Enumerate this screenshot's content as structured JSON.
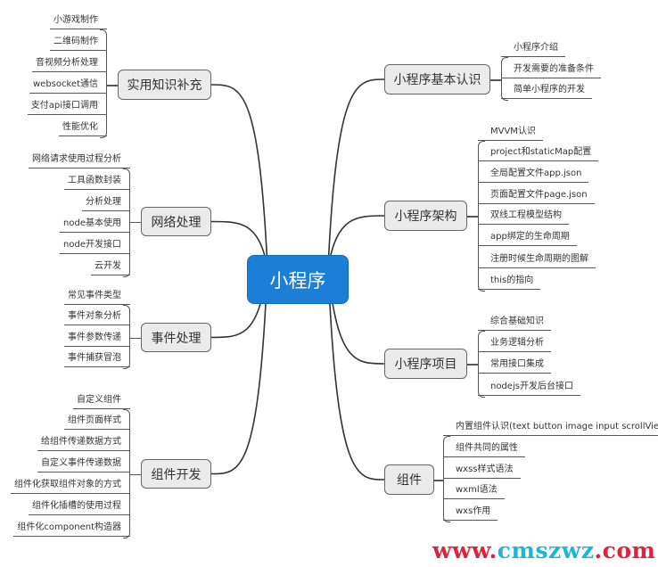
{
  "center": {
    "label": "小程序",
    "color": "#1b7fd8"
  },
  "branches": [
    {
      "id": "practical",
      "label": "实用知识补充",
      "side": "left",
      "items": [
        "小游戏制作",
        "二维码制作",
        "音视频分析处理",
        "websocket通信",
        "支付api接口调用",
        "性能优化"
      ]
    },
    {
      "id": "network",
      "label": "网络处理",
      "side": "left",
      "items": [
        "网络请求使用过程分析",
        "工具函数封装",
        "分析处理",
        "node基本使用",
        "node开发接口",
        "云开发"
      ]
    },
    {
      "id": "events",
      "label": "事件处理",
      "side": "left",
      "items": [
        "常见事件类型",
        "事件对象分析",
        "事件参数传递",
        "事件捕获冒泡"
      ]
    },
    {
      "id": "component-dev",
      "label": "组件开发",
      "side": "left",
      "items": [
        "自定义组件",
        "组件页面样式",
        "给组件传递数据方式",
        "自定义事件传递数据",
        "组件化获取组件对象的方式",
        "组件化插槽的使用过程",
        "组件化component构造器"
      ]
    },
    {
      "id": "basics",
      "label": "小程序基本认识",
      "side": "right",
      "items": [
        "小程序介绍",
        "开发需要的准备条件",
        "简单小程序的开发"
      ]
    },
    {
      "id": "architecture",
      "label": "小程序架构",
      "side": "right",
      "items": [
        "MVVM认识",
        "project和staticMap配置",
        "全局配置文件app.json",
        "页面配置文件page.json",
        "双线工程模型结构",
        "app绑定的生命周期",
        "注册时候生命周期的图解",
        "this的指向"
      ]
    },
    {
      "id": "project",
      "label": "小程序项目",
      "side": "right",
      "items": [
        "综合基础知识",
        "业务逻辑分析",
        "常用接口集成",
        "nodejs开发后台接口"
      ]
    },
    {
      "id": "components",
      "label": "组件",
      "side": "right",
      "items": [
        "内置组件认识(text button image input scrollView)",
        "组件共同的属性",
        "wxss样式语法",
        "wxml语法",
        "wxs作用"
      ]
    }
  ],
  "watermark": {
    "part1": "www.",
    "part2": "cmszwz",
    "part3": ".com"
  }
}
